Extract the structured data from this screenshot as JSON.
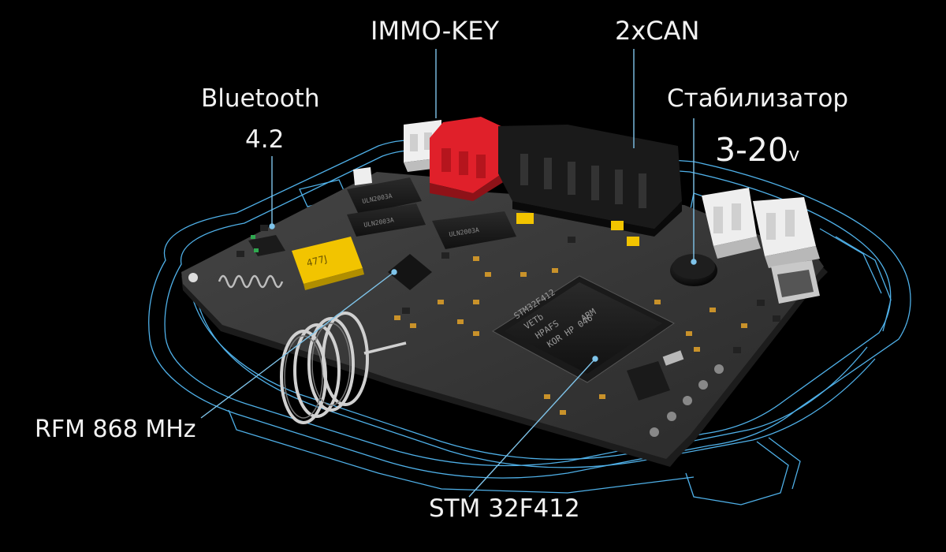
{
  "labels": {
    "bluetooth_line1": "Bluetooth",
    "bluetooth_line2": "4.2",
    "immo_key": "IMMO-KEY",
    "can": "2xCAN",
    "stabilizer": "Стабилизатор",
    "voltage_value": "3-20",
    "voltage_unit": "v",
    "rfm": "RFM 868 MHz",
    "stm": "STM 32F412"
  },
  "chip_marks": {
    "mcu_line1": "STM32F412",
    "mcu_line2": "VETb",
    "mcu_line3": "HPAFS",
    "mcu_line4": "KOR HP 046",
    "mcu_brand": "ARM",
    "driver1": "ULN2003A",
    "driver2": "ULN2003A",
    "driver3": "ULN2003A",
    "capacitor": "477J"
  },
  "colors": {
    "background": "#000000",
    "pcb": "#3a3a3a",
    "wireframe": "#4fb0e8",
    "callout_line": "#7fc4ea",
    "connector_red": "#e0202a",
    "connector_white": "#eeeeee",
    "connector_black": "#1a1a1a",
    "component_yellow": "#f2c400",
    "pad_gold": "#c9922a",
    "label_text": "#f2f2f2"
  }
}
